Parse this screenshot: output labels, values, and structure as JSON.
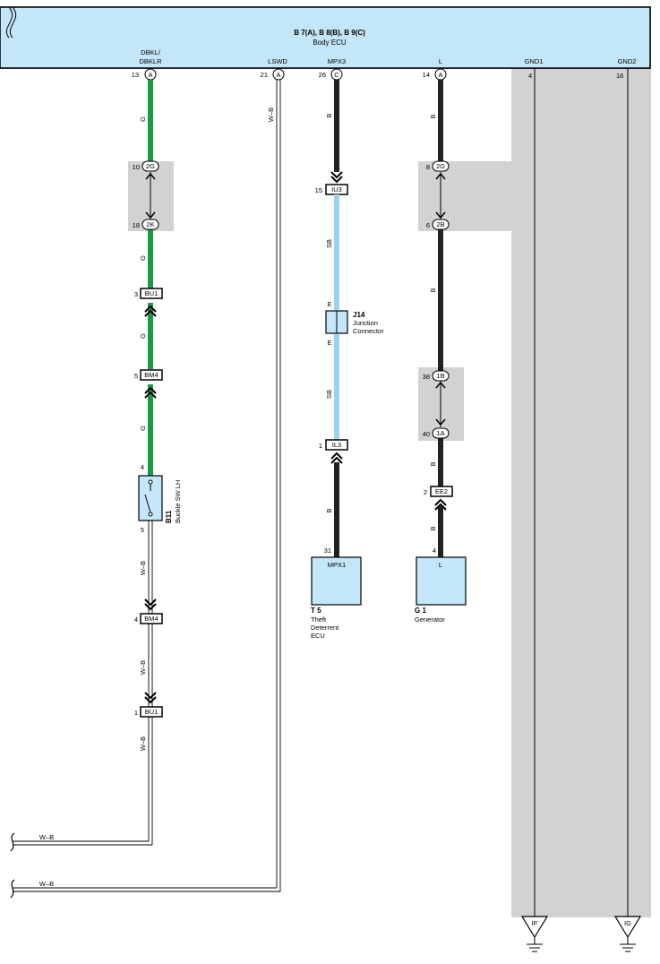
{
  "ecu": {
    "title": "B 7(A), B 8(B), B 9(C)",
    "name": "Body ECU",
    "pins": [
      {
        "label_1": "DBKL/",
        "label_2": "DBKLR",
        "number": "13",
        "connector": "A"
      },
      {
        "label_1": "LSWD",
        "number": "21",
        "connector": "A"
      },
      {
        "label_1": "MPX3",
        "number": "26",
        "connector": "C"
      },
      {
        "label_1": "L",
        "number": "14",
        "connector": "A"
      },
      {
        "label_1": "GND1",
        "number": "4"
      },
      {
        "label_1": "GND2",
        "number": "16"
      }
    ]
  },
  "wire_colors": {
    "g": "G",
    "wb": "W–B",
    "b": "B",
    "sb": "SB",
    "e": "E"
  },
  "colors": {
    "green": "#1a9a48",
    "black": "#222222",
    "light_blue": "#98d4f0",
    "component_fill": "#bfe5f7",
    "shade": "#d2d2d2"
  },
  "connectors": {
    "c1": {
      "left": "10",
      "right": "2G"
    },
    "c2": {
      "left": "18",
      "right": "2K"
    },
    "c3": {
      "left": "3",
      "label": "BU1"
    },
    "c4": {
      "left": "5",
      "label": "BM4"
    },
    "c5": {
      "left": "15",
      "label": "IU3"
    },
    "c6": {
      "left": "1",
      "label": "IL3"
    },
    "c7": {
      "left": "8",
      "right": "2G"
    },
    "c8": {
      "left": "6",
      "right": "2B"
    },
    "c9": {
      "left": "38",
      "right": "1B"
    },
    "c10": {
      "left": "40",
      "right": "1A"
    },
    "c11": {
      "left": "2",
      "label": "EE2"
    },
    "c12": {
      "left": "4",
      "label": "BM4"
    },
    "c13": {
      "left": "1",
      "label": "BU1"
    }
  },
  "components": {
    "buckle": {
      "id": "B11",
      "name": "Buckle SW LH",
      "pin_top": "4",
      "pin_bottom": "5"
    },
    "junction": {
      "id": "J14",
      "name_1": "Junction",
      "name_2": "Connector"
    },
    "theft": {
      "id": "T 5",
      "name_1": "Theft",
      "name_2": "Deterrent",
      "name_3": "ECU",
      "pin_label": "MPX1",
      "pin_number": "31"
    },
    "generator": {
      "id": "G 1",
      "name": "Generator",
      "pin_label": "L",
      "pin_number": "4"
    }
  },
  "grounds": {
    "g1": "IF",
    "g2": "IG"
  }
}
